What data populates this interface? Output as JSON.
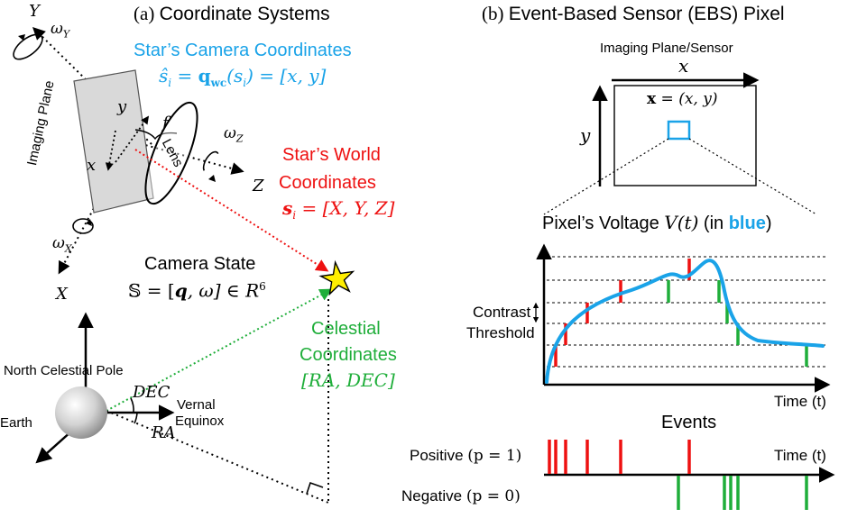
{
  "panel_a": {
    "title_prefix": "(a)",
    "title_text": "Coordinate Systems",
    "axis_Y": "Y",
    "axis_X": "X",
    "axis_Z": "Z",
    "omega_Y": "ω",
    "omega_Y_sub": "Y",
    "omega_Z": "ω",
    "omega_Z_sub": "Z",
    "omega_X": "ω",
    "omega_X_sub": "X",
    "imaging_plane": "Imaging Plane",
    "lens": "Lens",
    "small_x": "x",
    "small_y": "y",
    "focal": "f",
    "cam_coords_title": "Star’s Camera Coordinates",
    "cam_coords_eq": "ŝᵢ = 𝐪wc(𝒔ᵢ) = [x, y]",
    "cam_coords_eq_parts": {
      "lhs": "ŝ",
      "lhs_sub": "i",
      "eq1": " = ",
      "q": "q",
      "q_sub": "wc",
      "arg": "(s",
      "arg_sub": "i",
      "rest": ") = [x, y]"
    },
    "world_coords_line1": "Star’s World",
    "world_coords_line2": "Coordinates",
    "world_coords_eq": {
      "s": "s",
      "s_sub": "i",
      "rest": " = [X, Y, Z]"
    },
    "camera_state_title": "Camera State",
    "camera_state_eq": "𝕊 = [q, ω] ∈ R⁶",
    "camera_state_parts": {
      "S": "𝕊",
      "eq": " = [",
      "q": "q",
      "rest": ", ω] ∈ R",
      "sup": "6"
    },
    "celestial_line1": "Celestial",
    "celestial_line2": "Coordinates",
    "celestial_eq": "[RA, DEC]",
    "north_pole": "North Celestial Pole",
    "earth": "Earth",
    "dec": "DEC",
    "ra": "RA",
    "vernal_line1": "Vernal",
    "vernal_line2": "Equinox"
  },
  "panel_b": {
    "title_prefix": "(b)",
    "title_text": "Event-Based Sensor (EBS) Pixel",
    "imaging_plane": "Imaging Plane/Sensor",
    "x_axis": "x",
    "y_axis": "y",
    "pixel_label": "𝐱 = (x, y)",
    "pixel_label_parts": {
      "bold": "x",
      "rest": " = (x, y)"
    },
    "voltage_prefix": "Pixel’s Voltage ",
    "voltage_fn": "V(t)",
    "voltage_mid": " (in ",
    "voltage_blue": "blue",
    "voltage_suffix": ")",
    "contrast_line1": "Contrast",
    "contrast_line2": "Threshold",
    "time_label": "Time (t)",
    "events_title": "Events",
    "positive_label": "Positive",
    "positive_eq": "(p = 1)",
    "negative_label": "Negative",
    "negative_eq": "(p = 0)",
    "time_label_events": "Time (t)"
  },
  "colors": {
    "blue": "#1aa3e8",
    "red": "#ee1111",
    "green": "#1fae3a",
    "star": "#ffee00"
  }
}
